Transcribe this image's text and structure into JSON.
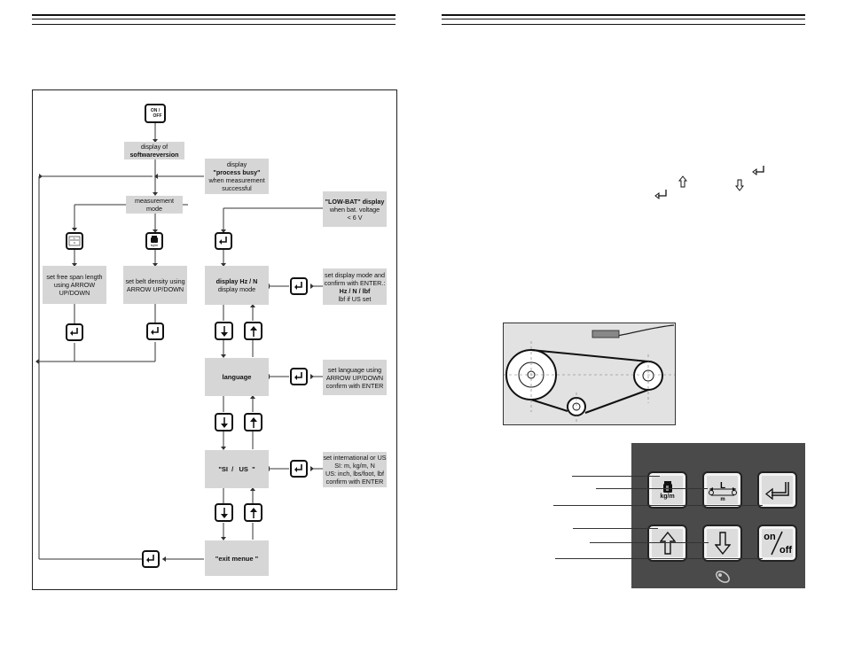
{
  "flowchart": {
    "software": [
      "display of",
      "softwareversion"
    ],
    "busy": [
      "display",
      "\"process busy\"",
      "when measurement",
      "successful"
    ],
    "measurement": [
      "measurement",
      "mode"
    ],
    "lowbat": [
      "\"LOW-BAT\" display",
      "when bat. voltage",
      "< 6 V"
    ],
    "span": [
      "set free span length",
      "using ARROW",
      "UP/DOWN"
    ],
    "density": [
      "set belt density using",
      "ARROW UP/DOWN"
    ],
    "display_hz": [
      "display Hz / N",
      "display mode"
    ],
    "display_mode_note": [
      "set display mode and",
      "confirm with ENTER.:",
      "Hz / N / lbf",
      "lbf if US set"
    ],
    "language": "language",
    "language_note": [
      "set language using",
      "ARROW UP/DOWN",
      "confirm with ENTER"
    ],
    "si_us": "\"SI  /   US  \"",
    "si_us_note": [
      "set international or US",
      "SI: m, kg/m, N",
      "US: inch, lbs/foot, lbf",
      "confirm with ENTER"
    ],
    "exit": "\"exit menue \"",
    "onoff_key": [
      "ON /",
      "OFF"
    ],
    "density_key_unit": "kg/m"
  },
  "panel": {
    "density_unit": "kg/m",
    "span_label": "L",
    "span_unit": "m",
    "onoff_top": "on",
    "onoff_bottom": "off"
  },
  "icons": [
    "enter-icon",
    "arrow-up-icon",
    "arrow-down-icon"
  ]
}
